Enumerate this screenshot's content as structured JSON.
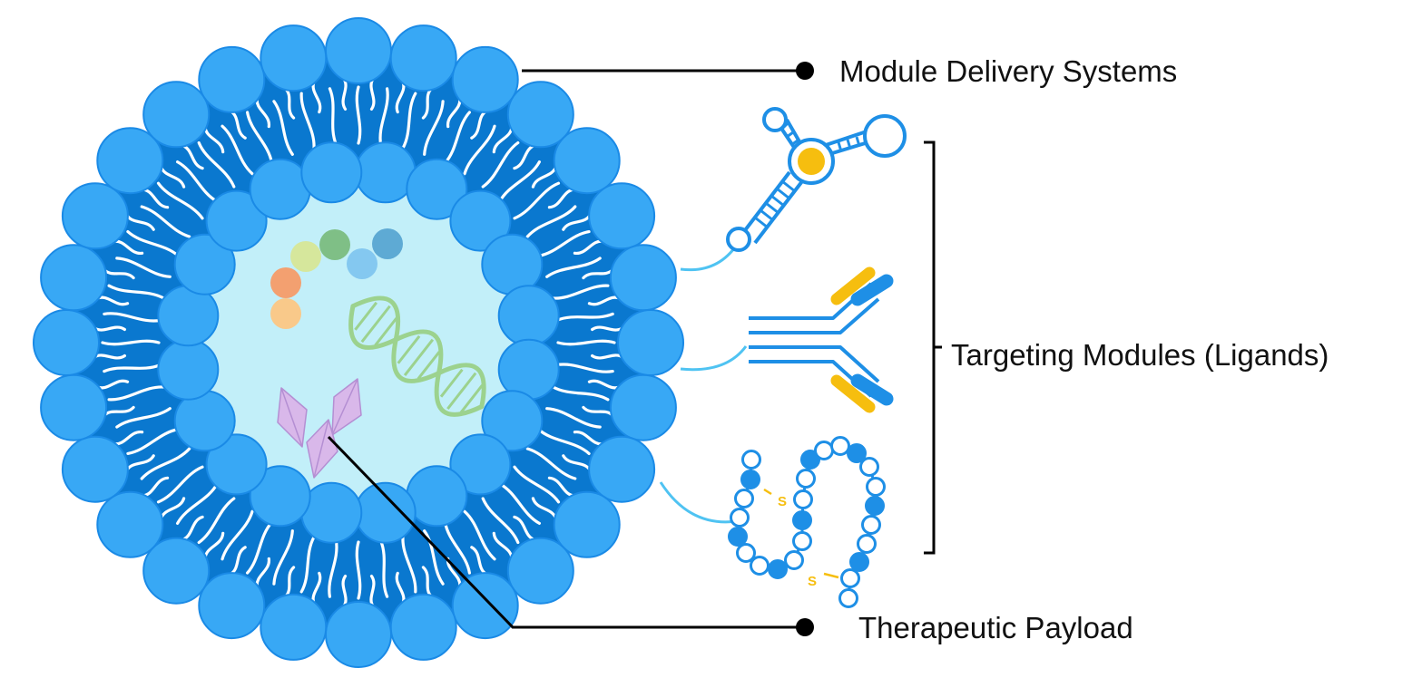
{
  "labels": {
    "delivery": "Module Delivery Systems",
    "targeting": "Targeting Modules (Ligands)",
    "payload": "Therapeutic Payload",
    "disulfide_top": "S",
    "disulfide_bottom": "S"
  },
  "colors": {
    "lipid_head": "#38a8f5",
    "lipid_head_stroke": "#1a8ae6",
    "bilayer": "#0a78cf",
    "core": "#c2eff9",
    "dna": "#9cd28e",
    "protein": "#d9b8ea",
    "ligand_blue": "#1e8fe6",
    "ligand_yellow": "#f6be0f",
    "pointer": "#000000"
  },
  "icons": {
    "liposome": "liposome-icon",
    "aptamer": "aptamer-icon",
    "antibody": "antibody-icon",
    "peptide": "peptide-chain-icon",
    "dna": "dna-helix-icon",
    "beads": "molecule-beads-icon",
    "protein": "protein-crystal-icon"
  }
}
